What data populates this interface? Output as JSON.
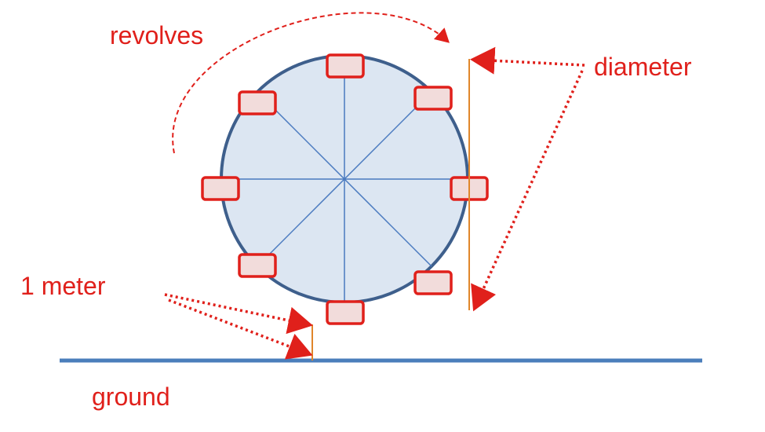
{
  "labels": {
    "revolves": "revolves",
    "diameter": "diameter",
    "one_meter": "1 meter",
    "ground": "ground"
  },
  "colors": {
    "label_red": "#e0201b",
    "wheel_fill": "#dce6f2",
    "wheel_stroke": "#3e5f8c",
    "spoke": "#4a7abf",
    "cabin_fill": "#f2dcdb",
    "cabin_stroke": "#e0201b",
    "measure_line": "#e0862a",
    "ground_line": "#4a7ebb",
    "arrow": "#e0201b"
  },
  "wheel": {
    "cabin_count": 8,
    "spoke_count": 8
  }
}
